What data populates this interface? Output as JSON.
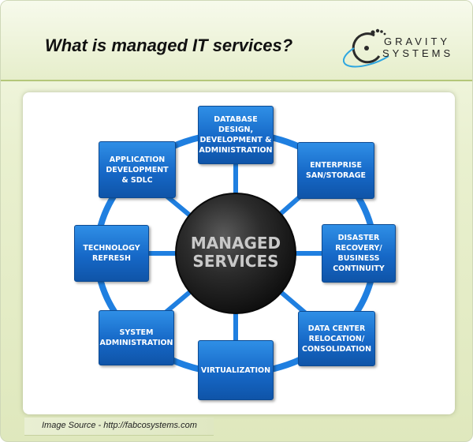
{
  "slide": {
    "title": "What is managed IT services?",
    "source": "Image Source - http://fabcosystems.com"
  },
  "logo": {
    "line1": "GRAVITY",
    "line2": "SYSTEMS",
    "accent_color": "#2fa7e0"
  },
  "diagram": {
    "hub_label": "MANAGED\nSERVICES",
    "node_color": "#1a73d4",
    "ring_color": "#1f7fe0",
    "nodes": [
      {
        "label": "DATABASE\nDESIGN,\nDEVELOPMENT &\nADMINISTRATION"
      },
      {
        "label": "ENTERPRISE\nSAN/STORAGE"
      },
      {
        "label": "DISASTER\nRECOVERY/\nBUSINESS\nCONTINUITY"
      },
      {
        "label": "DATA CENTER\nRELOCATION/\nCONSOLIDATION"
      },
      {
        "label": "VIRTUALIZATION"
      },
      {
        "label": "SYSTEM\nADMINISTRATION"
      },
      {
        "label": "TECHNOLOGY\nREFRESH"
      },
      {
        "label": "APPLICATION\nDEVELOPMENT\n& SDLC"
      }
    ]
  }
}
